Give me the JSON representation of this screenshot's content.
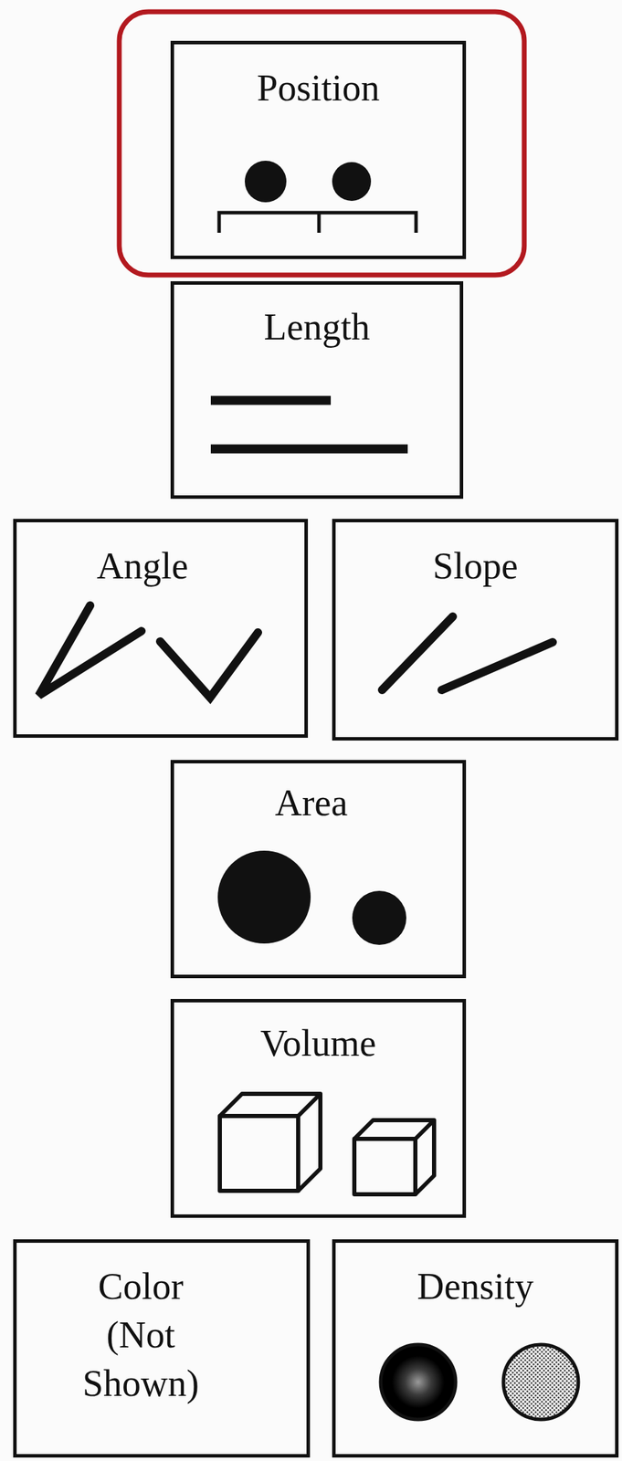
{
  "diagram": {
    "nodes": [
      {
        "text": [
          "Position"
        ]
      },
      {
        "text": [
          "Length"
        ]
      },
      {
        "text": [
          "Angle"
        ]
      },
      {
        "text": [
          "Slope"
        ]
      },
      {
        "text": [
          "Area"
        ]
      },
      {
        "text": [
          "Volume"
        ]
      },
      {
        "text": [
          "Color (Not Shown)"
        ]
      },
      {
        "text": [
          "Density"
        ]
      }
    ]
  }
}
